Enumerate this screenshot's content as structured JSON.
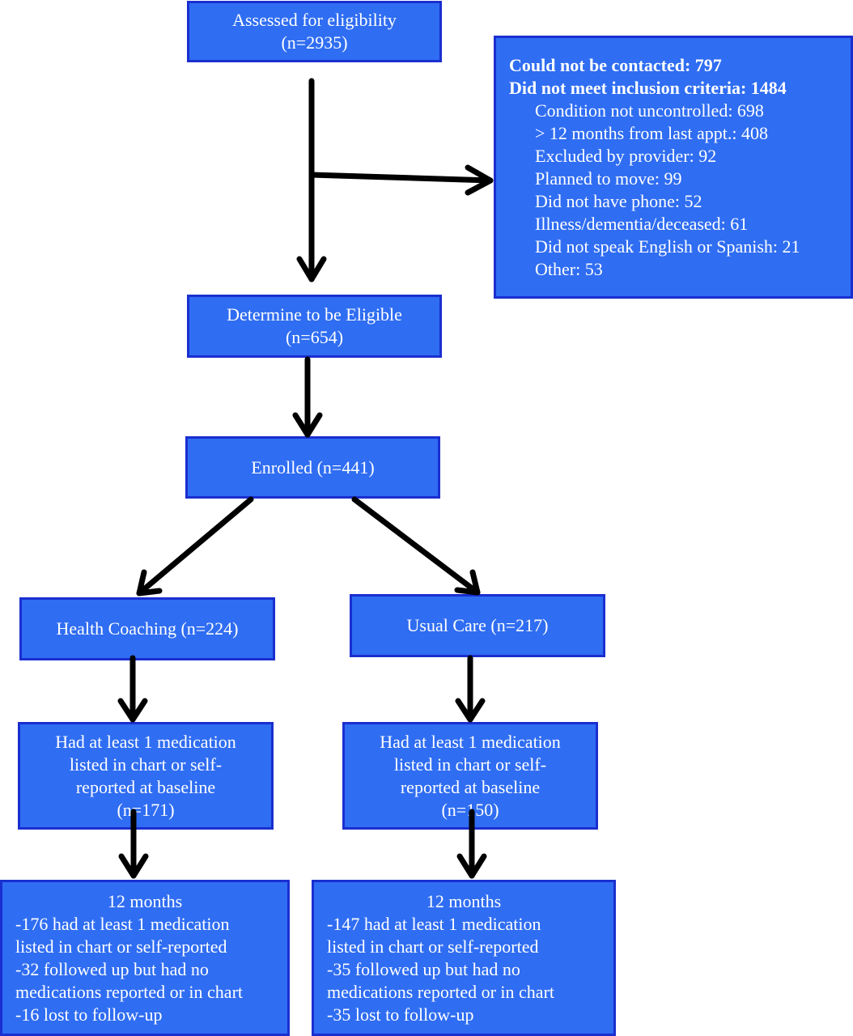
{
  "assessed": {
    "line1": "Assessed for eligibility",
    "line2": "(n=2935)"
  },
  "exclusions": {
    "not_contacted": "Could not be contacted: 797",
    "not_meet": "Did not meet inclusion criteria: 1484",
    "items": [
      "Condition not uncontrolled: 698",
      "> 12 months from last appt.: 408",
      "Excluded by provider: 92",
      "Planned to move: 99",
      "Did not have phone: 52",
      "Illness/dementia/deceased: 61",
      "Did not speak English or Spanish: 21",
      "Other: 53"
    ]
  },
  "eligible": {
    "line1": "Determine to be Eligible",
    "line2": "(n=654)"
  },
  "enrolled": {
    "label": "Enrolled (n=441)"
  },
  "health_coaching": {
    "label": "Health Coaching (n=224)"
  },
  "usual_care": {
    "label": "Usual Care (n=217)"
  },
  "hc_medication": {
    "lines": [
      "Had at least 1 medication",
      "listed in chart or self-",
      "reported at baseline",
      "(n=171)"
    ]
  },
  "uc_medication": {
    "lines": [
      "Had at least 1 medication",
      "listed in chart or self-",
      "reported at baseline",
      "(n=150)"
    ]
  },
  "hc_followup": {
    "heading": "12 months",
    "lines": [
      "-176 had at least 1 medication",
      "listed in chart or self-reported",
      "-32  followed up but had no",
      "medications reported or in chart",
      "-16 lost to follow-up"
    ]
  },
  "uc_followup": {
    "heading": "12 months",
    "lines": [
      "-147 had at least 1 medication",
      "listed in chart or self-reported",
      "-35  followed up but had no",
      "medications reported or in chart",
      "-35 lost to follow-up"
    ]
  },
  "colors": {
    "box_fill": "#2f6df2",
    "box_border": "#1a2fd0",
    "text": "#ffffff",
    "arrow": "#000000"
  }
}
